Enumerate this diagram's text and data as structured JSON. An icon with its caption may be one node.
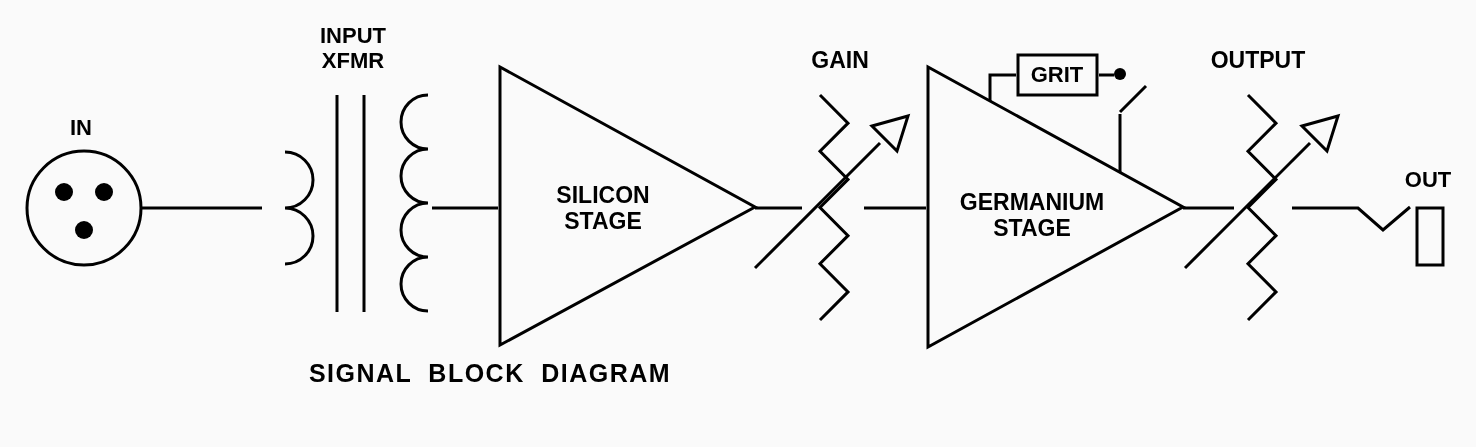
{
  "diagram": {
    "title": "SIGNAL BLOCK DIAGRAM",
    "nodes": [
      {
        "text": [
          "IN"
        ]
      },
      {
        "text": [
          "INPUT XFMR"
        ]
      },
      {
        "text": [
          "SILICON STAGE"
        ]
      },
      {
        "text": [
          "GAIN"
        ]
      },
      {
        "text": [
          "GERMANIUM STAGE"
        ]
      },
      {
        "text": [
          "GRIT"
        ]
      },
      {
        "text": [],
        "shape": "switch"
      },
      {
        "text": [
          "OUTPUT"
        ]
      },
      {
        "text": [
          "OUT"
        ]
      }
    ],
    "edges": [
      {
        "from": 0,
        "to": 1,
        "arrow": "none"
      },
      {
        "from": 1,
        "to": 2,
        "arrow": "none"
      },
      {
        "from": 2,
        "to": 3,
        "arrow": "none"
      },
      {
        "from": 3,
        "to": 4,
        "arrow": "none"
      },
      {
        "from": 4,
        "to": 5,
        "arrow": "none"
      },
      {
        "from": 5,
        "to": 6,
        "arrow": "none"
      },
      {
        "from": 6,
        "to": 4,
        "arrow": "none"
      },
      {
        "from": 4,
        "to": 7,
        "arrow": "none"
      },
      {
        "from": 7,
        "to": 8,
        "arrow": "none"
      }
    ]
  }
}
